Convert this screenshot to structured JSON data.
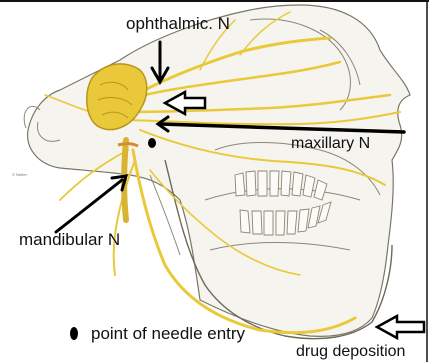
{
  "labels": {
    "ophthalmic": "ophthalmic. N",
    "maxillary": "maxillary N",
    "mandibular": "mandibular N",
    "legend_text": "point of needle entry",
    "drug": "drug deposition"
  },
  "colors": {
    "nerve": "#e9c93a",
    "nerve_dark": "#b8951c",
    "bone": "#f6f4ee",
    "outline": "#7a7666",
    "ink": "#000000"
  }
}
